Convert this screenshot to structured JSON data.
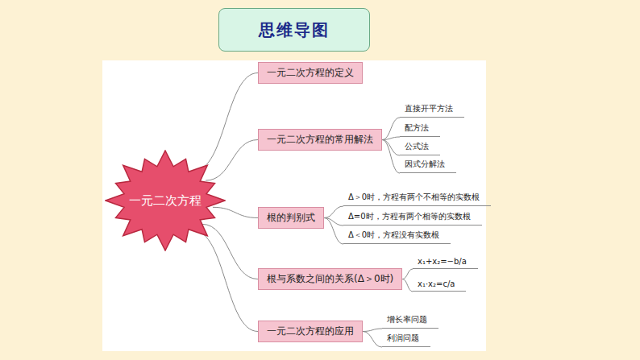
{
  "diagram": {
    "title": "思维导图",
    "nodes": [
      {
        "text": [
          "一元二次方程"
        ]
      },
      {
        "text": [
          "一元二次方程的定义"
        ]
      },
      {
        "text": [
          "一元二次方程的常用解法"
        ]
      },
      {
        "text": [
          "直接开平方法"
        ]
      },
      {
        "text": [
          "配方法"
        ]
      },
      {
        "text": [
          "公式法"
        ]
      },
      {
        "text": [
          "因式分解法"
        ]
      },
      {
        "text": [
          "根的判别式"
        ]
      },
      {
        "text": [
          "Δ＞0时，方程有两个不相等的实数根"
        ]
      },
      {
        "text": [
          "Δ=0时，方程有两个相等的实数根"
        ]
      },
      {
        "text": [
          "Δ＜0时，方程没有实数根"
        ]
      },
      {
        "text": [
          "根与系数之间的关系(Δ＞0时)"
        ]
      },
      {
        "text": [
          "x₁+x₂=−b/a"
        ]
      },
      {
        "text": [
          "x₁·x₂=c/a"
        ]
      },
      {
        "text": [
          "一元二次方程的应用"
        ]
      },
      {
        "text": [
          "增长率问题"
        ]
      },
      {
        "text": [
          "利润问题"
        ]
      }
    ],
    "edges": [
      {
        "from": 0,
        "to": 1,
        "arrow": "none"
      },
      {
        "from": 0,
        "to": 2,
        "arrow": "none"
      },
      {
        "from": 2,
        "to": 3,
        "arrow": "none"
      },
      {
        "from": 2,
        "to": 4,
        "arrow": "none"
      },
      {
        "from": 2,
        "to": 5,
        "arrow": "none"
      },
      {
        "from": 2,
        "to": 6,
        "arrow": "none"
      },
      {
        "from": 0,
        "to": 7,
        "arrow": "none"
      },
      {
        "from": 7,
        "to": 8,
        "arrow": "none"
      },
      {
        "from": 7,
        "to": 9,
        "arrow": "none"
      },
      {
        "from": 7,
        "to": 10,
        "arrow": "none"
      },
      {
        "from": 0,
        "to": 11,
        "arrow": "none"
      },
      {
        "from": 11,
        "to": 12,
        "arrow": "none"
      },
      {
        "from": 11,
        "to": 13,
        "arrow": "none"
      },
      {
        "from": 0,
        "to": 14,
        "arrow": "none"
      },
      {
        "from": 14,
        "to": 15,
        "arrow": "none"
      },
      {
        "from": 14,
        "to": 16,
        "arrow": "none"
      }
    ]
  }
}
